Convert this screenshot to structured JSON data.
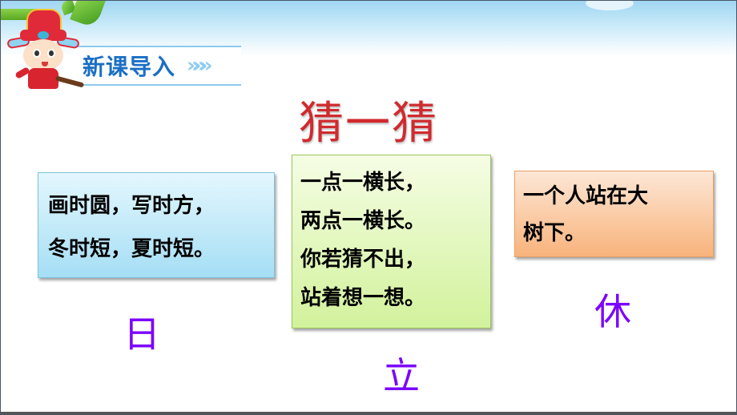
{
  "header": {
    "section_title": "新课导入",
    "arrows": "»»»"
  },
  "title": "猜一猜",
  "riddles": [
    {
      "lines": [
        "画时圆，写时方，",
        "冬时短，夏时短。"
      ],
      "answer": "日",
      "color": "#a5def5"
    },
    {
      "lines": [
        "一点一横长，",
        "两点一横长。",
        "你若猜不出，",
        "站着想一想。"
      ],
      "answer": "立",
      "color": "#d2f29c"
    },
    {
      "lines": [
        "一个人站在大",
        "树下。"
      ],
      "answer": "休",
      "color": "#f8b37b"
    }
  ],
  "colors": {
    "title": "#d02a2e",
    "answer": "#7b00ff",
    "section_title": "#1b6fc4"
  }
}
